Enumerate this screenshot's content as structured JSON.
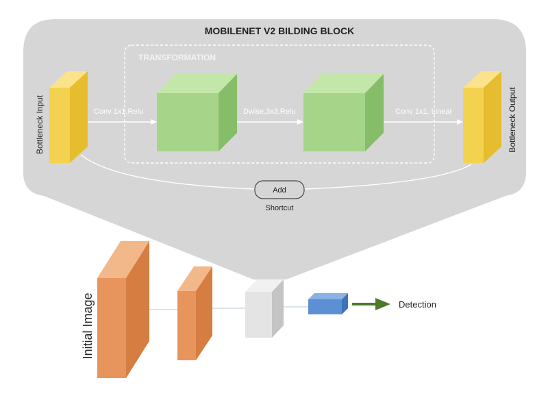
{
  "block": {
    "title": "MOBILENET V2 BILDING BLOCK",
    "transformation_label": "TRANSFORMATION",
    "input_label": "Bottleneck Input",
    "output_label": "Bottleneck Output",
    "edge_conv1": "Conv 1x1,Relu",
    "edge_dwise": "Dwise,3x3,Relu",
    "edge_conv2": "Conv 1x1, Linear",
    "add_label": "Add",
    "shortcut_label": "Shortcut"
  },
  "pipeline": {
    "input_label": "Initial Image",
    "detection_label": "Detection"
  },
  "colors": {
    "panel": "#d6d6d6",
    "yellow_front": "#f3d24f",
    "yellow_top": "#fae38a",
    "yellow_side": "#e6bd2e",
    "green_front": "#a6d58a",
    "green_top": "#c3e6a9",
    "green_side": "#86bd68",
    "orange_front": "#e8955d",
    "orange_top": "#f3b88a",
    "orange_side": "#d67d42",
    "gray_front": "#e4e4e4",
    "gray_top": "#f1f1f1",
    "gray_side": "#c4c4c4",
    "blue_front": "#5d8fd4",
    "blue_top": "#8ab2e4",
    "blue_side": "#3f72bc",
    "arrow": "#4a7a2c"
  }
}
